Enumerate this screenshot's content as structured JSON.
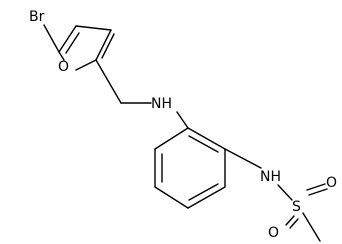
{
  "molecule": {
    "atoms": {
      "bromine": "Br",
      "furan_oxygen": "O",
      "amine_nh": "NH",
      "sulfonamide_nh": "NH",
      "sulfur": "S",
      "oxygen_top": "O",
      "oxygen_bottom": "O"
    }
  }
}
